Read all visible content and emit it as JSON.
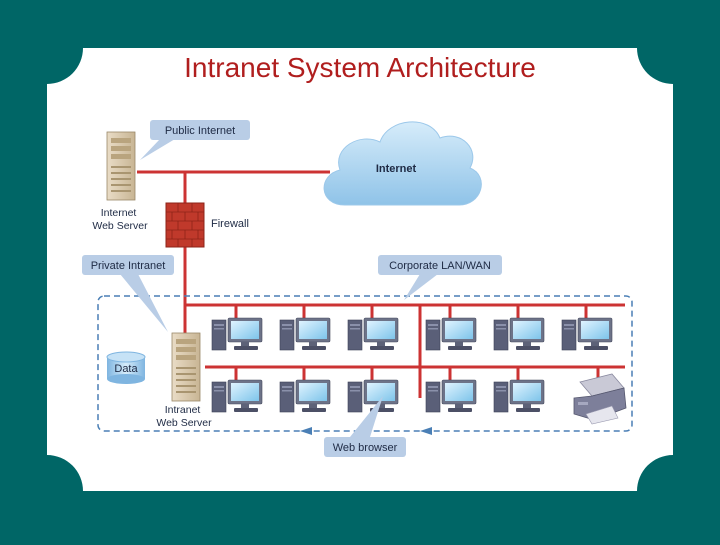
{
  "title": "Intranet System Architecture",
  "colors": {
    "background": "#006666",
    "card": "#ffffff",
    "title": "#b01e1e",
    "network_line": "#cc3333",
    "callout": "#b9cde6",
    "cloud": "#b8d9f0",
    "dashed_border": "#4a7fb5"
  },
  "labels": {
    "public_internet": "Public Internet",
    "internet": "Internet",
    "internet_web_server": [
      "Internet",
      "Web Server"
    ],
    "firewall": "Firewall",
    "private_intranet": "Private Intranet",
    "corporate_lan_wan": "Corporate LAN/WAN",
    "data": "Data",
    "intranet_web_server": [
      "Intranet",
      "Web Server"
    ],
    "web_browser": "Web browser"
  },
  "icons": [
    "server-icon",
    "cloud-icon",
    "firewall-icon",
    "database-icon",
    "workstation-icon",
    "printer-icon"
  ]
}
